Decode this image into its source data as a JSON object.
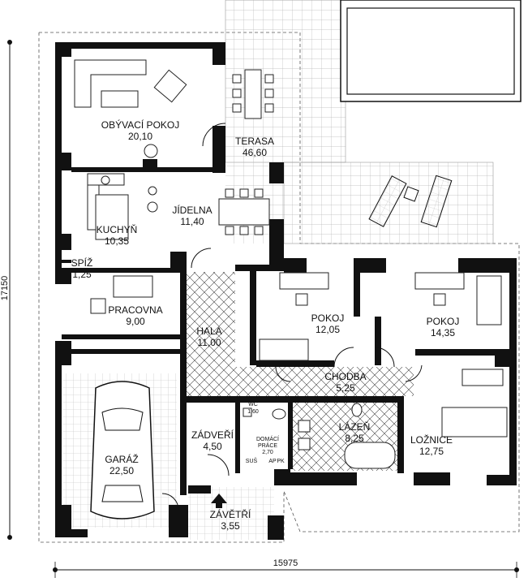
{
  "rooms": {
    "obyvaci": {
      "name": "OBÝVACÍ POKOJ",
      "area": "20,10"
    },
    "terasa": {
      "name": "TERASA",
      "area": "46,60"
    },
    "jidelna": {
      "name": "JÍDELNA",
      "area": "11,40"
    },
    "kuchyn": {
      "name": "KUCHYŇ",
      "area": "10,35"
    },
    "spiz": {
      "name": "SPÍŽ",
      "area": "1,25"
    },
    "pracovna": {
      "name": "PRACOVNA",
      "area": "9,00"
    },
    "hala": {
      "name": "HALA",
      "area": "11,00"
    },
    "pokoj1": {
      "name": "POKOJ",
      "area": "12,05"
    },
    "pokoj2": {
      "name": "POKOJ",
      "area": "14,35"
    },
    "chodba": {
      "name": "CHODBA",
      "area": "5,25"
    },
    "garaz": {
      "name": "GARÁŽ",
      "area": "22,50"
    },
    "zadveri": {
      "name": "ZÁDVEŘÍ",
      "area": "4,50"
    },
    "wc": {
      "name": "WC",
      "area": "1,60"
    },
    "domaci": {
      "name1": "DOMÁCÍ",
      "name2": "PRÁCE",
      "area": "2,70"
    },
    "lazen": {
      "name": "LÁZEŇ",
      "area": "8,25"
    },
    "loznice": {
      "name": "LOŽNICE",
      "area": "12,75"
    },
    "zavetri": {
      "name": "ZÁVĚTŘÍ",
      "area": "3,55"
    }
  },
  "appliances": {
    "sus": "SUŠ",
    "ap": "AP",
    "pk": "PK"
  },
  "dimensions": {
    "width": "15975",
    "height": "17150"
  }
}
